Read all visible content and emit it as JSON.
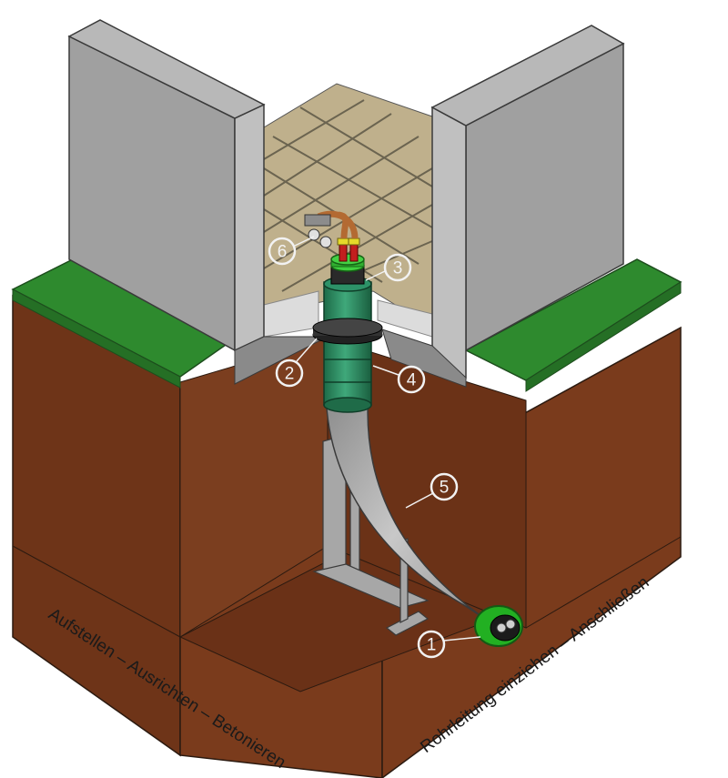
{
  "labels": {
    "left_side": "Aufstellen – Ausrichten – Betonieren",
    "right_side": "Rohrleitung einziehen – Anschließen"
  },
  "callouts": [
    {
      "id": "1",
      "label": "1"
    },
    {
      "id": "2",
      "label": "2"
    },
    {
      "id": "3",
      "label": "3"
    },
    {
      "id": "4",
      "label": "4"
    },
    {
      "id": "5",
      "label": "5"
    },
    {
      "id": "6",
      "label": "6"
    }
  ],
  "colors": {
    "soil": "#7a3b1c",
    "soil_dark": "#5e2b12",
    "grass": "#2e8a2e",
    "wall": "#9a9a9a",
    "wall_light": "#b5b5b5",
    "floor_tile": "#bfb08c",
    "pipe_green": "#2f8a62",
    "conduit_grey": "#a8a8a8",
    "callout_stroke": "#f2f2f2"
  }
}
